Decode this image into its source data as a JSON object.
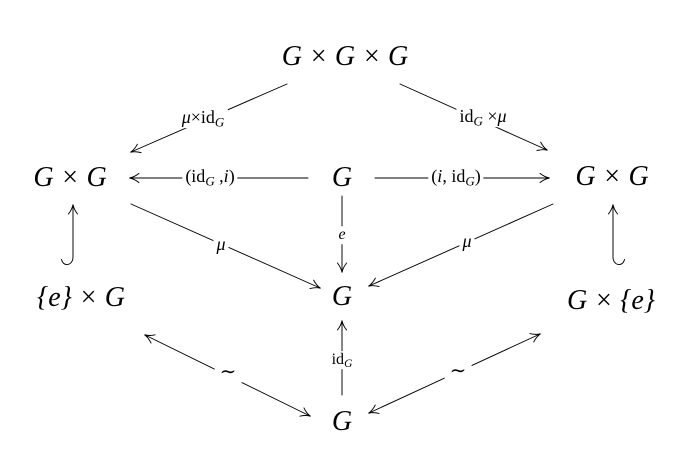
{
  "nodes": {
    "top": "G × G × G",
    "mid_left": "G × G",
    "mid_center": "G",
    "mid_right": "G × G",
    "lower_left": "{e} × G",
    "lower_center": "G",
    "lower_right": "G × {e}",
    "bottom": "G"
  },
  "edge_labels": {
    "mu_times_id": {
      "mu": "μ",
      "times_id": "×id",
      "sub": "G"
    },
    "id_times_mu": {
      "id": "id",
      "sub": "G",
      "times": " ×",
      "mu": "μ"
    },
    "pair_id_i": {
      "open": "(id",
      "sub": "G",
      "comma": " ,",
      "i": "i",
      "close": ")"
    },
    "pair_i_id": {
      "open": "(",
      "i": "i",
      "comma": ", id",
      "sub": "G",
      "close": ")"
    },
    "mu_left": "μ",
    "mu_right": "μ",
    "e": "e",
    "id_g": {
      "id": "id",
      "sub": "G"
    },
    "iso_left": "∼",
    "iso_right": "∼"
  },
  "colors": {
    "ink": "#000000",
    "background": "#ffffff"
  }
}
